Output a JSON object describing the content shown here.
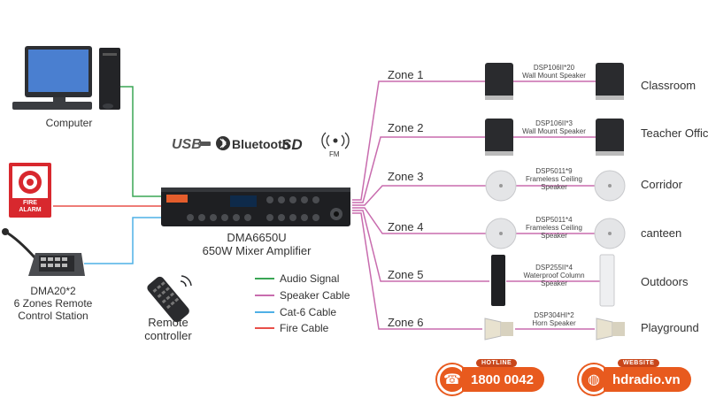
{
  "zones": [
    {
      "label": "Zone 1",
      "speaker_model": "DSP106II*20",
      "speaker_desc": "Wall Mount Speaker",
      "place": "Classroom"
    },
    {
      "label": "Zone 2",
      "speaker_model": "DSP106II*3",
      "speaker_desc": "Wall Mount Speaker",
      "place": "Teacher Office"
    },
    {
      "label": "Zone 3",
      "speaker_model": "DSP5011*9",
      "speaker_desc": "Frameless Ceiling Speaker",
      "place": "Corridor"
    },
    {
      "label": "Zone 4",
      "speaker_model": "DSP5011*4",
      "speaker_desc": "Frameless Ceiling Speaker",
      "place": "canteen"
    },
    {
      "label": "Zone 5",
      "speaker_model": "DSP255II*4",
      "speaker_desc": "Waterproof Column Speaker",
      "place": "Outdoors"
    },
    {
      "label": "Zone 6",
      "speaker_model": "DSP304HI*2",
      "speaker_desc": "Horn Speaker",
      "place": "Playground"
    }
  ],
  "devices": {
    "computer": "Computer",
    "fire_alarm_line1": "FIRE",
    "fire_alarm_line2": "ALARM",
    "station_line1": "DMA20*2",
    "station_line2": "6 Zones Remote",
    "station_line3": "Control Station",
    "amp_model": "DMA6650U",
    "amp_desc": "650W Mixer Amplifier",
    "remote_line1": "Remote",
    "remote_line2": "controller"
  },
  "media_logos": {
    "usb": "USB",
    "bluetooth": "Bluetooth",
    "sd": "SD",
    "fm": "FM"
  },
  "legend": [
    {
      "label": "Audio Signal",
      "color": "#3aa655"
    },
    {
      "label": "Speaker Cable",
      "color": "#c86cae"
    },
    {
      "label": "Cat-6 Cable",
      "color": "#4fb0e6"
    },
    {
      "label": "Fire Cable",
      "color": "#e8504a"
    }
  ],
  "contact": {
    "hotline_tag": "HOTLINE",
    "hotline": "1800 0042",
    "website_tag": "WEBSITE",
    "website": "hdradio.vn",
    "accent": "#e85a1e"
  }
}
